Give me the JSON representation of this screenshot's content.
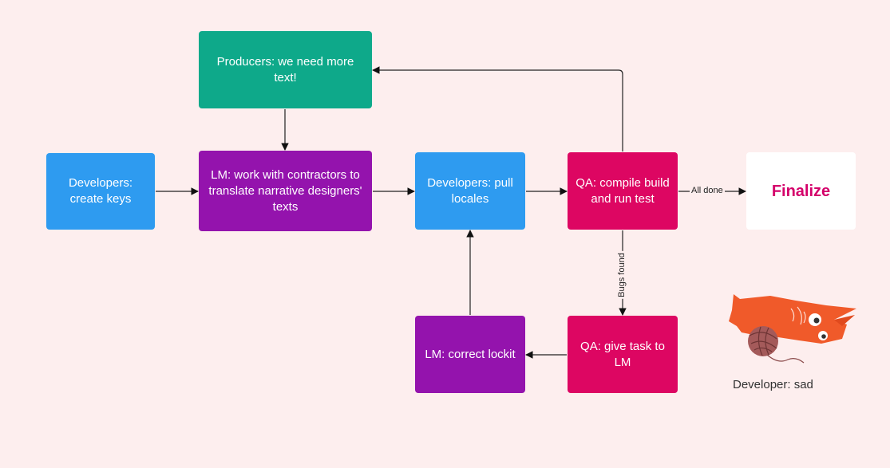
{
  "colors": {
    "background": "#fdeeee",
    "blue": "#2e9bf0",
    "green": "#0ea98a",
    "purple": "#9413ad",
    "magenta": "#dd0662",
    "white_node": "#ffffff",
    "finalize_text": "#d4006a",
    "mascot_orange": "#f05a2a",
    "yarn": "#a45a5a"
  },
  "nodes": {
    "developers_create_keys": "Developers: create keys",
    "producers_more_text": "Producers: we need more text!",
    "lm_work_contractors": "LM: work with contractors to translate narrative designers' texts",
    "developers_pull_locales": "Developers: pull locales",
    "qa_compile_build": "QA: compile build and run test",
    "finalize": "Finalize",
    "lm_correct_lockit": "LM: correct lockit",
    "qa_give_task": "QA: give task to LM"
  },
  "edges": {
    "all_done_label": "All done",
    "bugs_found_label": "Bugs found"
  },
  "mascot": {
    "icon": "sad-fox-with-yarn-ball",
    "caption": "Developer: sad"
  }
}
